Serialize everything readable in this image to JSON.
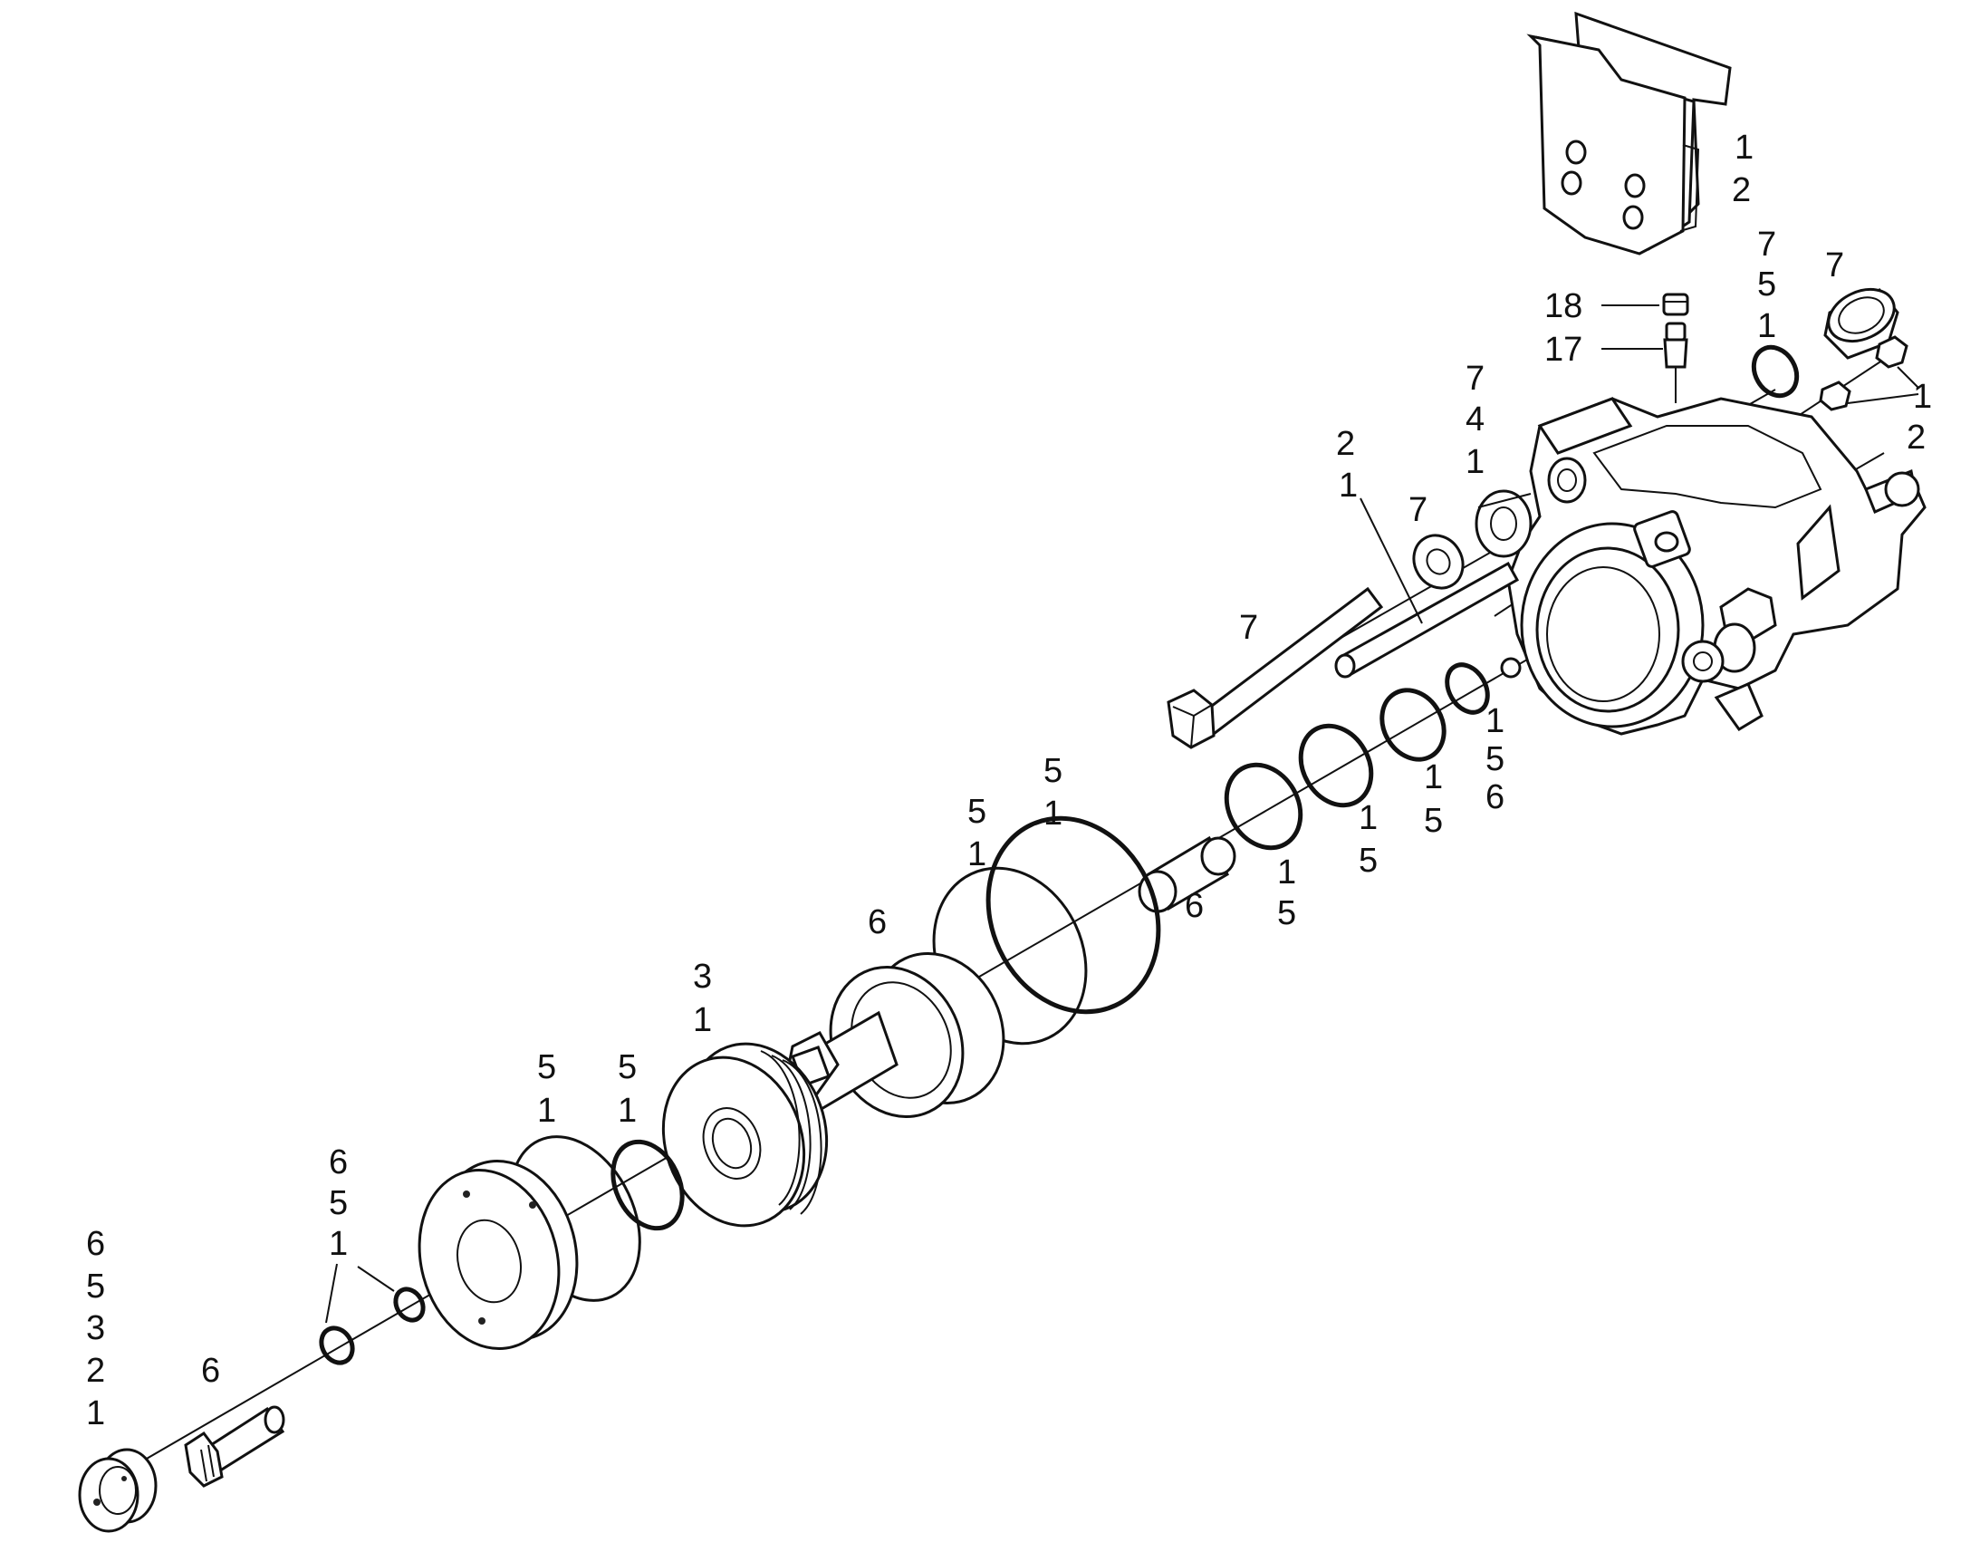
{
  "callouts": {
    "guard_a": "1",
    "guard_b": "2",
    "fit18": "18",
    "fit17": "17",
    "cap_a": "7",
    "cap_b": "5",
    "cap_c": "1",
    "cap2": "7",
    "nut_a": "1",
    "nut_b": "2",
    "bush_a": "7",
    "bush_b": "4",
    "bush_c": "1",
    "pin_a": "2",
    "pin_b": "1",
    "wash": "7",
    "bolt": "7",
    "small_a": "1",
    "small_b": "5",
    "small_c": "6",
    "or4_a": "1",
    "or4_b": "5",
    "or3_a": "1",
    "or3_b": "5",
    "or2_a": "1",
    "or2_b": "5",
    "sleeve": "6",
    "big2_a": "5",
    "big2_b": "1",
    "big1_a": "5",
    "big1_b": "1",
    "shaft": "6",
    "pulley_a": "3",
    "pulley_b": "1",
    "orA_a": "5",
    "orA_b": "1",
    "orB_a": "5",
    "orB_b": "1",
    "sm2_a": "6",
    "sm2_b": "5",
    "sm2_c": "1",
    "plg": "6",
    "cap_end_a": "6",
    "cap_end_b": "5",
    "cap_end_c": "3",
    "cap_end_d": "2",
    "cap_end_e": "1"
  },
  "icons": {
    "drawing": "exploded-parts-diagram"
  }
}
